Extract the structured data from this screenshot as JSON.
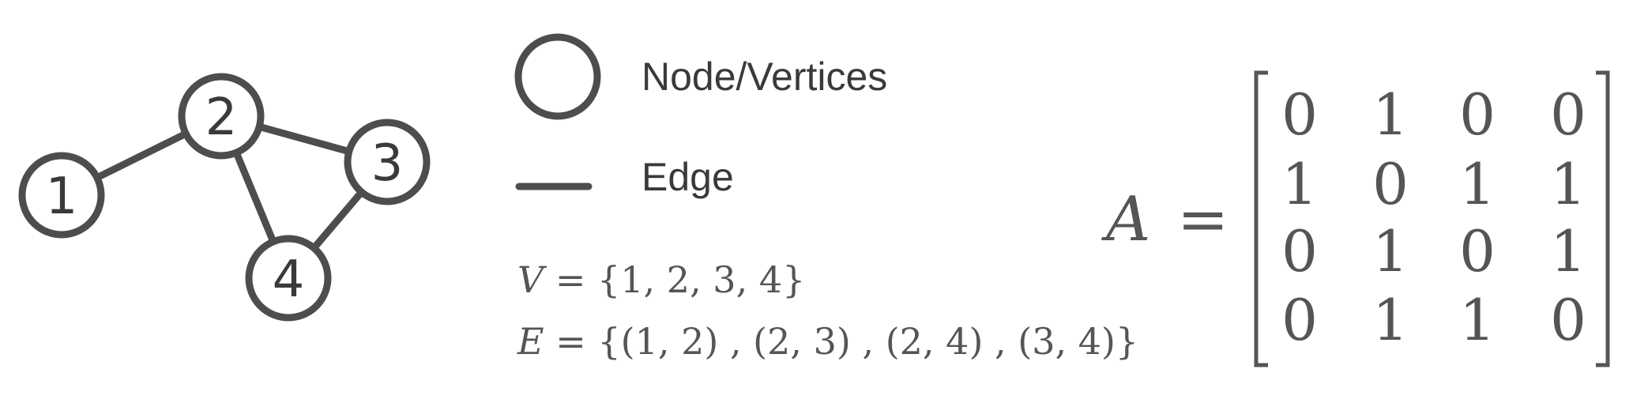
{
  "graph": {
    "nodes": [
      {
        "id": "1",
        "label": "1"
      },
      {
        "id": "2",
        "label": "2"
      },
      {
        "id": "3",
        "label": "3"
      },
      {
        "id": "4",
        "label": "4"
      }
    ],
    "edges": [
      [
        "1",
        "2"
      ],
      [
        "2",
        "3"
      ],
      [
        "2",
        "4"
      ],
      [
        "3",
        "4"
      ]
    ]
  },
  "legend": {
    "node_label": "Node/Vertices",
    "edge_label": "Edge"
  },
  "sets": {
    "v_name": "V",
    "v_rest": " = {1, 2, 3, 4}",
    "e_name": "E",
    "e_rest": " = {(1, 2) , (2, 3) , (2, 4) , (3, 4)}"
  },
  "matrix": {
    "name": "A",
    "equals": "=",
    "rows": [
      [
        "0",
        "1",
        "0",
        "0"
      ],
      [
        "1",
        "0",
        "1",
        "1"
      ],
      [
        "0",
        "1",
        "0",
        "1"
      ],
      [
        "0",
        "1",
        "1",
        "0"
      ]
    ]
  },
  "colors": {
    "stroke": "#4d4d4d",
    "text": "#555555"
  }
}
